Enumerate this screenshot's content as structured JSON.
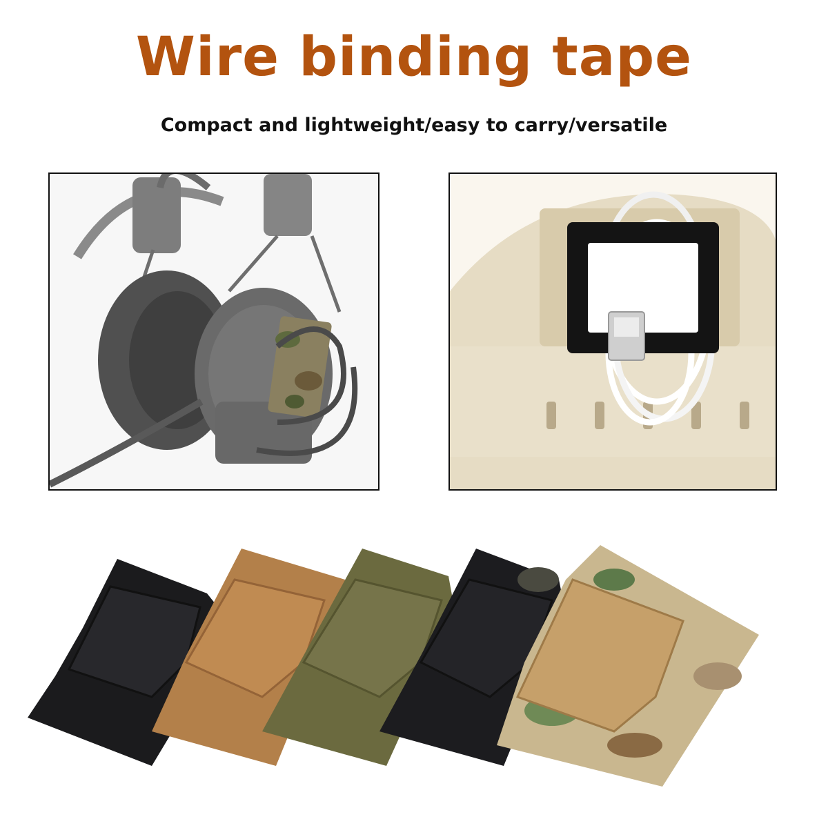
{
  "header": {
    "title": "Wire binding tape",
    "subtitle": "Compact and lightweight/easy to carry/versatile"
  },
  "photos": [
    {
      "subject": "headset with camouflage binding tape on ear cup"
    },
    {
      "subject": "helmet with black binding tape holding white USB cable"
    }
  ],
  "swatches": [
    {
      "color_name": "black",
      "base": "#1b1b1d",
      "flap": "#222226"
    },
    {
      "color_name": "coyote",
      "base": "#b3804a",
      "flap": "#c08b52"
    },
    {
      "color_name": "ranger green",
      "base": "#6b6a3f",
      "flap": "#76744a"
    },
    {
      "color_name": "black-camo",
      "base": "#1c1c1f",
      "flap": "#242428"
    },
    {
      "color_name": "multicam",
      "base": "#c9b78f",
      "flap": "#c6a06a"
    }
  ],
  "colors": {
    "title": "#b3530f",
    "subtitle": "#111111"
  }
}
